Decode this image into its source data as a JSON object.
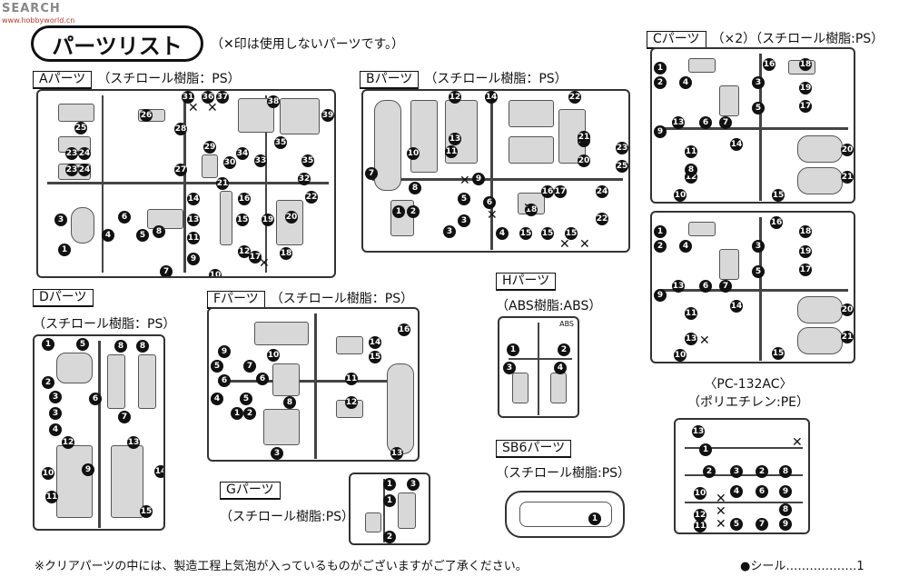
{
  "watermark": {
    "main": "SEARCH",
    "sub": "www.hobbyworld.cn"
  },
  "header": {
    "title": "パーツリスト",
    "note": "（✕印は使用しないパーツです。）"
  },
  "runners": {
    "A": {
      "tag": "Aパーツ",
      "material": "（スチロール樹脂：PS）"
    },
    "B": {
      "tag": "Bパーツ",
      "material": "（スチロール樹脂：PS）"
    },
    "C": {
      "tag": "Cパーツ",
      "material": "（×2）（スチロール樹脂:PS）"
    },
    "D": {
      "tag": "Dパーツ",
      "material": "（スチロール樹脂：PS）"
    },
    "F": {
      "tag": "Fパーツ",
      "material": "（スチロール樹脂：PS）"
    },
    "G": {
      "tag": "Gパーツ",
      "material": "（スチロール樹脂:PS）"
    },
    "H": {
      "tag": "Hパーツ",
      "material": "（ABS樹脂:ABS）",
      "mark": "ABS"
    },
    "SB6": {
      "tag": "SB6パーツ",
      "material": "（スチロール樹脂:PS）"
    },
    "PE": {
      "tag": "〈PC-132AC〉",
      "material": "（ポリエチレン:PE）"
    }
  },
  "footer": {
    "note": "※クリアパーツの中には、製造工程上気泡が入っているものがございますがご了承ください。",
    "seal": "●シール………………1"
  }
}
